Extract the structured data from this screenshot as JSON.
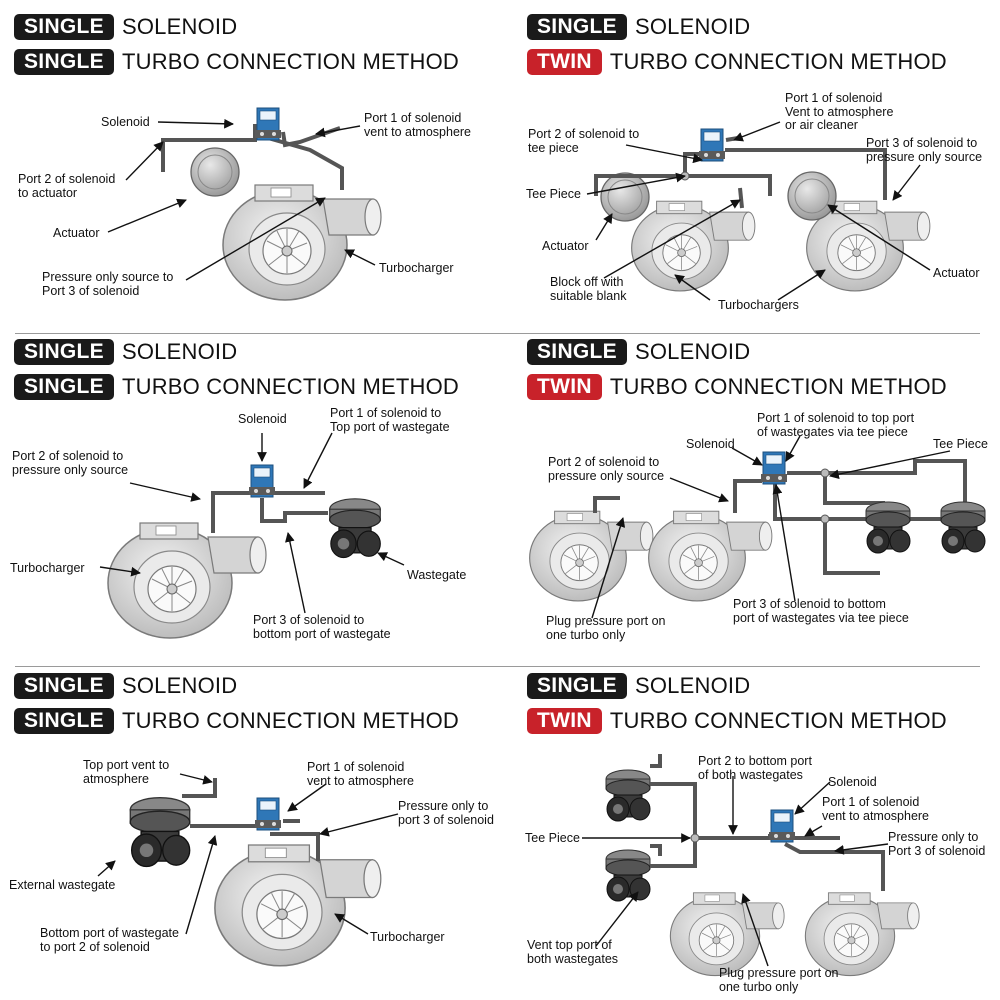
{
  "colors": {
    "single_badge": "#1a1a1a",
    "twin_badge": "#c8222a",
    "solenoid_blue": "#2f77b7",
    "pipe": "#555555"
  },
  "icons": [
    "turbocharger",
    "solenoid",
    "wastegate",
    "actuator",
    "tee-piece"
  ],
  "panels": [
    {
      "solenoid_badge": "SINGLE",
      "solenoid_word": "SOLENOID",
      "turbo_badge": "SINGLE",
      "method_word": "TURBO CONNECTION METHOD",
      "labels": {
        "a": "Solenoid",
        "b": "Port 1 of solenoid\nvent to atmosphere",
        "c": "Port 2 of solenoid\nto actuator",
        "d": "Actuator",
        "e": "Turbocharger",
        "f": "Pressure only source to\nPort 3 of solenoid"
      }
    },
    {
      "solenoid_badge": "SINGLE",
      "solenoid_word": "SOLENOID",
      "turbo_badge": "TWIN",
      "method_word": "TURBO CONNECTION METHOD",
      "labels": {
        "a": "Port 1 of solenoid\nVent to atmosphere\nor air cleaner",
        "b": "Port 2 of solenoid to\ntee piece",
        "c": "Port 3 of solenoid to\npressure only source",
        "d": "Tee Piece",
        "e": "Actuator",
        "f": "Block off with\nsuitable blank",
        "g": "Turbochargers",
        "h": "Actuator"
      }
    },
    {
      "solenoid_badge": "SINGLE",
      "solenoid_word": "SOLENOID",
      "turbo_badge": "SINGLE",
      "method_word": "TURBO CONNECTION METHOD",
      "labels": {
        "a": "Solenoid",
        "b": "Port 1 of solenoid to\nTop port of wastegate",
        "c": "Port 2 of solenoid to\npressure only source",
        "d": "Turbocharger",
        "e": "Wastegate",
        "f": "Port 3 of solenoid to\nbottom port of wastegate"
      }
    },
    {
      "solenoid_badge": "SINGLE",
      "solenoid_word": "SOLENOID",
      "turbo_badge": "TWIN",
      "method_word": "TURBO CONNECTION METHOD",
      "labels": {
        "a": "Port 1 of solenoid to top port\nof wastegates via tee piece",
        "b": "Solenoid",
        "c": "Tee Piece",
        "d": "Port 2 of solenoid to\npressure only source",
        "e": "Port 3 of solenoid to bottom\nport of wastegates via tee piece",
        "f": "Plug pressure port on\none turbo only"
      }
    },
    {
      "solenoid_badge": "SINGLE",
      "solenoid_word": "SOLENOID",
      "turbo_badge": "SINGLE",
      "method_word": "TURBO CONNECTION METHOD",
      "labels": {
        "a": "Top port vent to\natmosphere",
        "b": "Port 1 of solenoid\nvent to atmosphere",
        "c": "Pressure only to\nport 3 of solenoid",
        "d": "External wastegate",
        "e": "Bottom port of wastegate\nto port 2 of solenoid",
        "f": "Turbocharger"
      }
    },
    {
      "solenoid_badge": "SINGLE",
      "solenoid_word": "SOLENOID",
      "turbo_badge": "TWIN",
      "method_word": "TURBO CONNECTION METHOD",
      "labels": {
        "a": "Port 2 to bottom port\nof both wastegates",
        "b": "Solenoid",
        "c": "Port 1 of solenoid\nvent to atmosphere",
        "d": "Tee Piece",
        "e": "Pressure only to\nPort 3 of solenoid",
        "f": "Vent top port of\nboth wastegates",
        "g": "Plug pressure port on\none turbo only"
      }
    }
  ]
}
